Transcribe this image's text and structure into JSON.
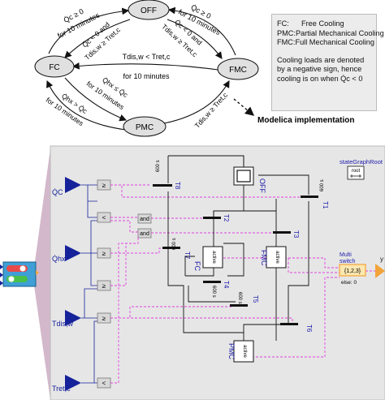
{
  "state_graph": {
    "states": {
      "off": "OFF",
      "fc": "FC",
      "fmc": "FMC",
      "pmc": "PMC"
    },
    "transitions": {
      "t_fc_off_1": "Q̇c ≥ 0",
      "t_fc_off_2": "for 10 minutes",
      "t_off_fc_1": "Q̇c < 0 and",
      "t_off_fc_2": "Tdis,w ≥ Tret,c",
      "t_off_fmc_1": "Q̇c < 0 and",
      "t_off_fmc_2": "Tdis,w ≥ Tret,c",
      "t_fmc_off_1": "Q̇c ≥ 0",
      "t_fmc_off_2": "for 10 minutes",
      "t_fmc_fc_1": "Tdis,w < Tret,c",
      "t_fmc_fc_2": "for 10 minutes",
      "t_fc_pmc_1": "Q̇hx ≤ Q̇c",
      "t_fc_pmc_2": "for 10 minutes",
      "t_pmc_fc_1": "Q̇hx > Q̇c",
      "t_pmc_fc_2": "for 10 minutes",
      "t_pmc_fmc": "Tdis,w ≥ Tret,c"
    }
  },
  "legend": {
    "rows": [
      {
        "key": "FC:",
        "value": "Free Cooling"
      },
      {
        "key": "PMC:",
        "value": "Partial Mechanical Cooling"
      },
      {
        "key": "FMC:",
        "value": "Full Mechanical Cooling"
      }
    ],
    "note": "Cooling loads are denoted by a negative sign, hence cooling is on when Q̇c < 0"
  },
  "modelica_label": "Modelica implementation",
  "modelica": {
    "inputs": [
      "Q̇C",
      "Q̇hx",
      "Tdis,w",
      "Tret,c"
    ],
    "state_graph_root": "stateGraphRoot",
    "root": "root",
    "steps": {
      "off": "OFF",
      "fc": "FC",
      "fmc": "FMC",
      "pmc": "PMC"
    },
    "active": "active",
    "transitions": [
      "T1",
      "T2",
      "T3",
      "T4",
      "T5",
      "T6",
      "T7",
      "T8"
    ],
    "wait": "600 s",
    "and": "and",
    "multiswitch_1": "Multi",
    "multiswitch_2": "switch",
    "multiswitch_vals": "{1,2,3}",
    "multiswitch_else": "else: 0",
    "output": "y",
    "compare_ge": "≥",
    "compare_lt": "<"
  },
  "colors": {
    "ellipse_fill": "#e0e0e0",
    "panel_bg": "#e6e6e6",
    "input_blue": "#16229a",
    "signal_magenta": "#e040e0",
    "output_orange": "#f2a43a",
    "step_blue": "#1a1aaa",
    "trapezoid": "#d3b8cb"
  },
  "icons": [
    "dashed-arrow-icon",
    "block-icon",
    "state-graph-root-icon"
  ]
}
